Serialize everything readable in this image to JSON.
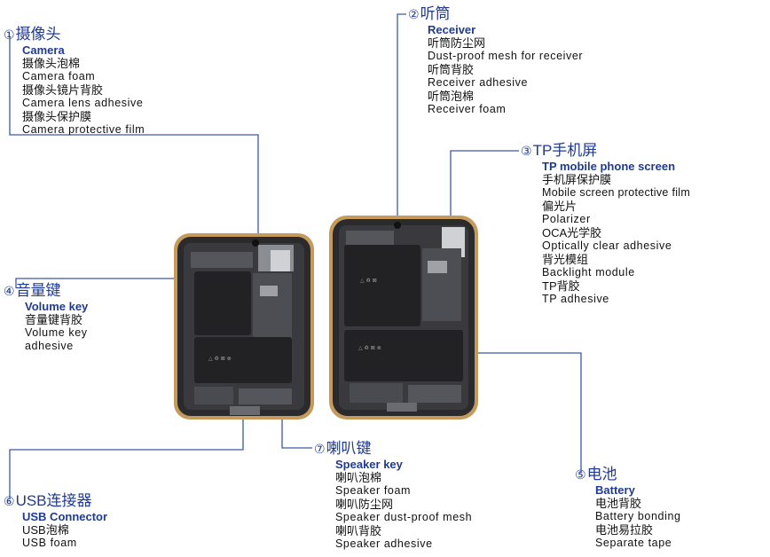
{
  "callouts": {
    "camera": {
      "num": "①",
      "title": "摄像头",
      "en": "Camera",
      "items": [
        "摄像头泡棉",
        "Camera foam",
        "摄像头镜片背胶",
        "Camera lens adhesive",
        "摄像头保护膜",
        "Camera protective film"
      ]
    },
    "receiver": {
      "num": "②",
      "title": "听筒",
      "en": "Receiver",
      "items": [
        "听筒防尘网",
        "Dust-proof mesh for receiver",
        "听筒背胶",
        "Receiver adhesive",
        "听筒泡棉",
        "Receiver foam"
      ]
    },
    "tp": {
      "num": "③",
      "title": "TP手机屏",
      "en": "TP mobile phone screen",
      "items": [
        "手机屏保护膜",
        "Mobile screen protective film",
        "偏光片",
        "Polarizer",
        "OCA光学胶",
        "Optically clear adhesive",
        "背光模组",
        "Backlight module",
        "TP背胶",
        "TP adhesive"
      ]
    },
    "volume": {
      "num": "④",
      "title": "音量键",
      "en": "Volume key",
      "items": [
        "音量键背胶",
        "Volume key",
        "adhesive"
      ]
    },
    "battery": {
      "num": "⑤",
      "title": "电池",
      "en": "Battery",
      "items": [
        "电池背胶",
        "Battery bonding",
        "电池易拉胶",
        "Separate tape"
      ]
    },
    "usb": {
      "num": "⑥",
      "title": "USB连接器",
      "en": "USB Connector",
      "items": [
        "USB泡棉",
        "USB foam"
      ]
    },
    "speaker": {
      "num": "⑦",
      "title": "喇叭键",
      "en": "Speaker key",
      "items": [
        "喇叭泡棉",
        "Speaker foam",
        "喇叭防尘网",
        "Speaker dust-proof mesh",
        "喇叭背胶",
        "Speaker adhesive"
      ]
    }
  },
  "colors": {
    "accent": "#1f3a93",
    "text": "#111111",
    "line": "#3a5aa8"
  }
}
